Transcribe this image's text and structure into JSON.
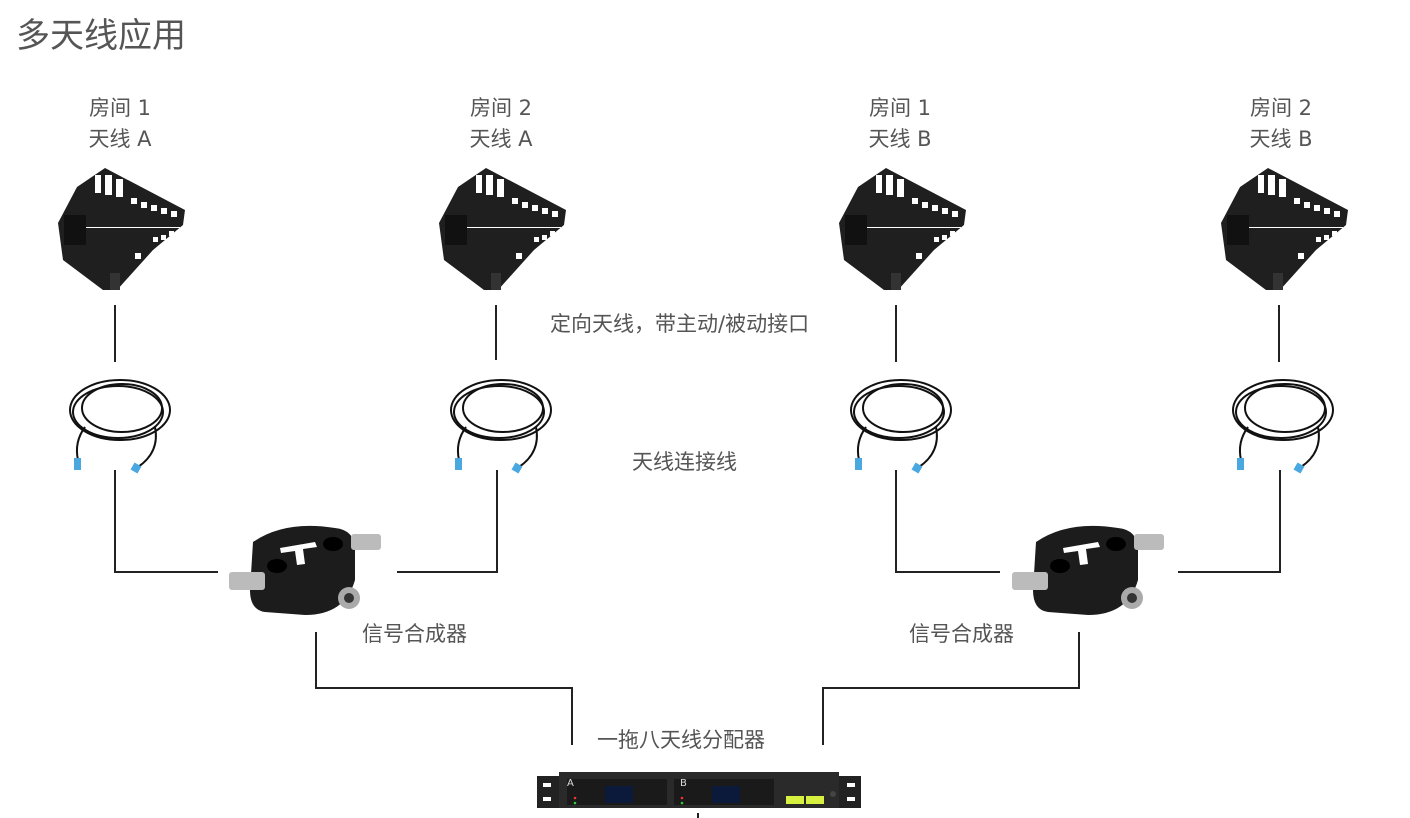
{
  "title": "多天线应用",
  "antennas": [
    {
      "room": "房间 1",
      "antenna": "天线 A"
    },
    {
      "room": "房间 2",
      "antenna": "天线 A"
    },
    {
      "room": "房间 1",
      "antenna": "天线 B"
    },
    {
      "room": "房间 2",
      "antenna": "天线 B"
    }
  ],
  "captions": {
    "antenna": "定向天线，带主动/被动接口",
    "cable": "天线连接线",
    "combiner_left": "信号合成器",
    "combiner_right": "信号合成器",
    "distributor": "一拖八天线分配器"
  },
  "distributor_panel": {
    "channel_a": "A",
    "channel_b": "B"
  },
  "colors": {
    "text": "#555555",
    "line": "#222222",
    "device": "#1e1e1e",
    "connector": "#4aa8e0",
    "display": "#d8f040"
  }
}
